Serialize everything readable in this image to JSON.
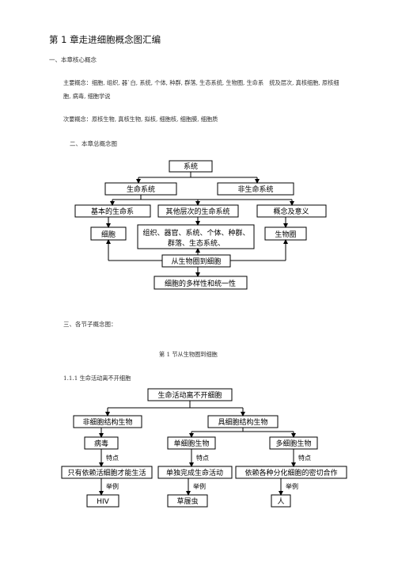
{
  "doc": {
    "title": "第 1 章走进细胞概念图汇编",
    "section1": "一、本章核心概念",
    "main_concepts": "主要概念：细胞, 组织, 器`白, 系统, 个体, 种群, 群落, 生态系统, 生物圈, 生命系　统及层次, 真核细胞, 原核细胞, 病毒, 细胞学说",
    "secondary_concepts": "次要概念：原核生物, 真核生物, 拟核, 细胞核, 细胞膜, 细胞质",
    "section2": "二、本章总概念图",
    "section3": "三、各节子概念图：",
    "sub_title": "第 1 节从生物圈到细胞",
    "sub_section": "1.1.1 生命活动离不开细胞"
  },
  "map1": {
    "system": "系统",
    "life_system": "生命系统",
    "nonlife_system": "非生命系统",
    "basic_life": "基本的生命系",
    "other_levels": "其他层次的生命系统",
    "concept_meaning": "概念及意义",
    "cell": "细胞",
    "levels_line1": "组织、器官、系统、个体、种群、",
    "levels_line2": "群落、生态系统、",
    "biosphere": "生物圈",
    "from_biosphere": "从生物圈到细胞",
    "diversity": "细胞的多样性和统一性"
  },
  "map2": {
    "top": "生命活动离不开细胞",
    "noncell": "非细胞结构生物",
    "cell_org": "具细胞结构生物",
    "virus": "病毒",
    "unicell": "单细胞生物",
    "multicell": "多细胞生物",
    "feature1": "特点",
    "feature2": "特点",
    "feature3": "特点",
    "desc1": "只有依赖活细胞才能生活",
    "desc2": "单独完成生命活动",
    "desc3": "依赖各种分化细胞的密切合作",
    "example1": "举例",
    "example2": "举例",
    "example3": "举例",
    "ex1": "HIV",
    "ex2": "草履虫",
    "ex3": "人"
  }
}
